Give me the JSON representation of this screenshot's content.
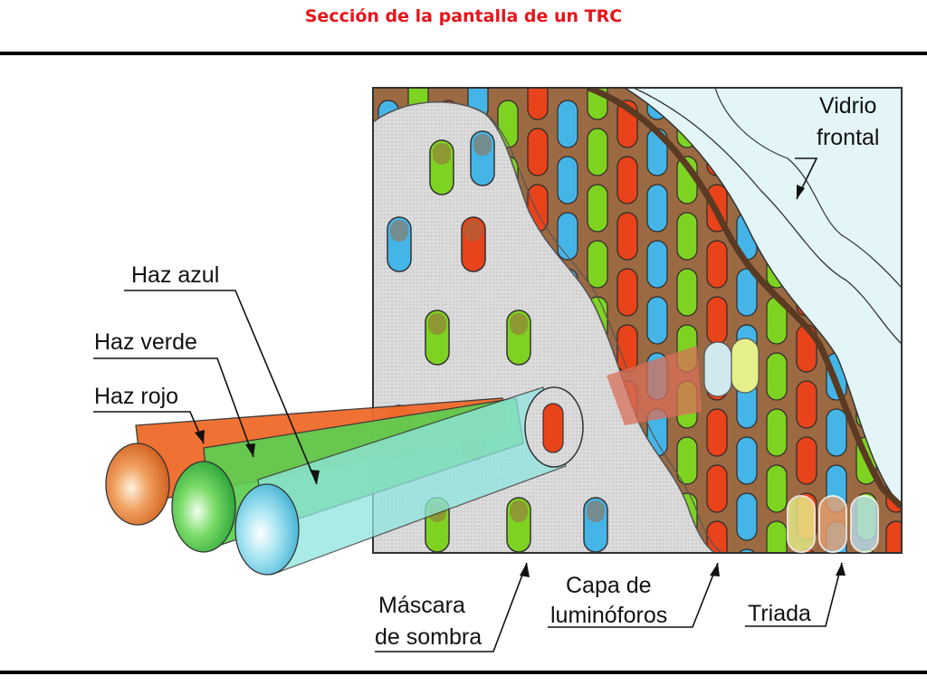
{
  "title": "Sección de la pantalla de un TRC",
  "labels": {
    "vidrio_1": "Vidrio",
    "vidrio_2": "frontal",
    "haz_azul": "Haz azul",
    "haz_verde": "Haz verde",
    "haz_rojo": "Haz rojo",
    "mascara_1": "Máscara",
    "mascara_2": "de sombra",
    "capa_1": "Capa de",
    "capa_2": "luminóforos",
    "triada": "Triada"
  },
  "colors": {
    "title": "#e8141b",
    "phosphor_red": "#e8431a",
    "phosphor_green": "#7ed321",
    "phosphor_blue": "#45b5e8",
    "brown": "#9b6a43",
    "mask": "#d9d9d9",
    "glass": "#e3f5f7"
  }
}
